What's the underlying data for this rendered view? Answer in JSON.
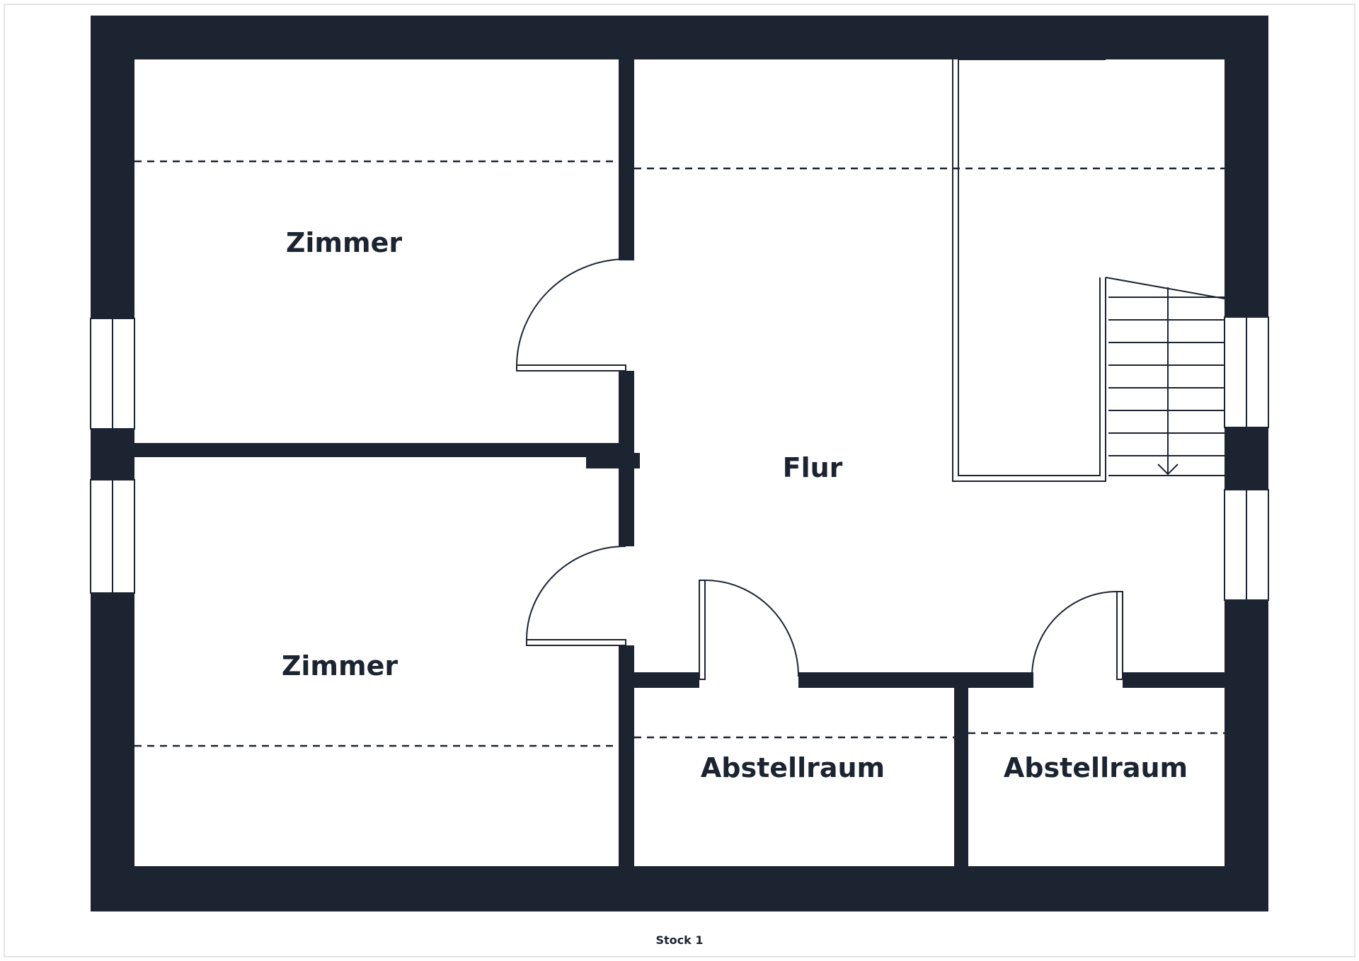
{
  "rooms": {
    "room_top_left": "Zimmer",
    "room_bottom_left": "Zimmer",
    "hallway": "Flur",
    "storage_left": "Abstellraum",
    "storage_right": "Abstellraum"
  },
  "caption": "Stock 1",
  "colors": {
    "wall": "#1c2431",
    "background": "#ffffff"
  }
}
